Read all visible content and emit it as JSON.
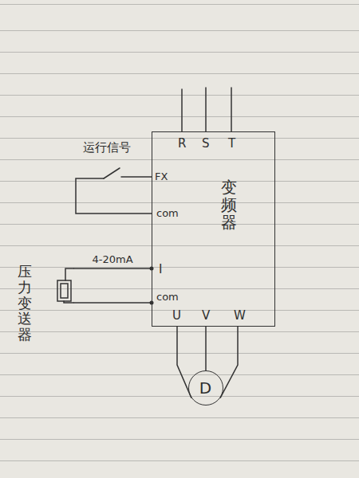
{
  "diagram": {
    "nodes": [
      {
        "text": [
          "变频器"
        ]
      },
      {
        "text": [
          "压力变送器"
        ]
      },
      {
        "text": [
          "D"
        ]
      }
    ],
    "edges": [
      {
        "from": 1,
        "to": 0,
        "arrow": "none",
        "label": "4-20mA"
      },
      {
        "from": 1,
        "to": 0,
        "arrow": "none"
      },
      {
        "from": 0,
        "to": 2,
        "arrow": "none"
      },
      {
        "from": 0,
        "to": 2,
        "arrow": "none"
      },
      {
        "from": 0,
        "to": 2,
        "arrow": "none"
      }
    ],
    "labels": [
      "运行信号",
      "R",
      "S",
      "T",
      "FX",
      "com",
      "I",
      "com",
      "U",
      "V",
      "W"
    ]
  }
}
